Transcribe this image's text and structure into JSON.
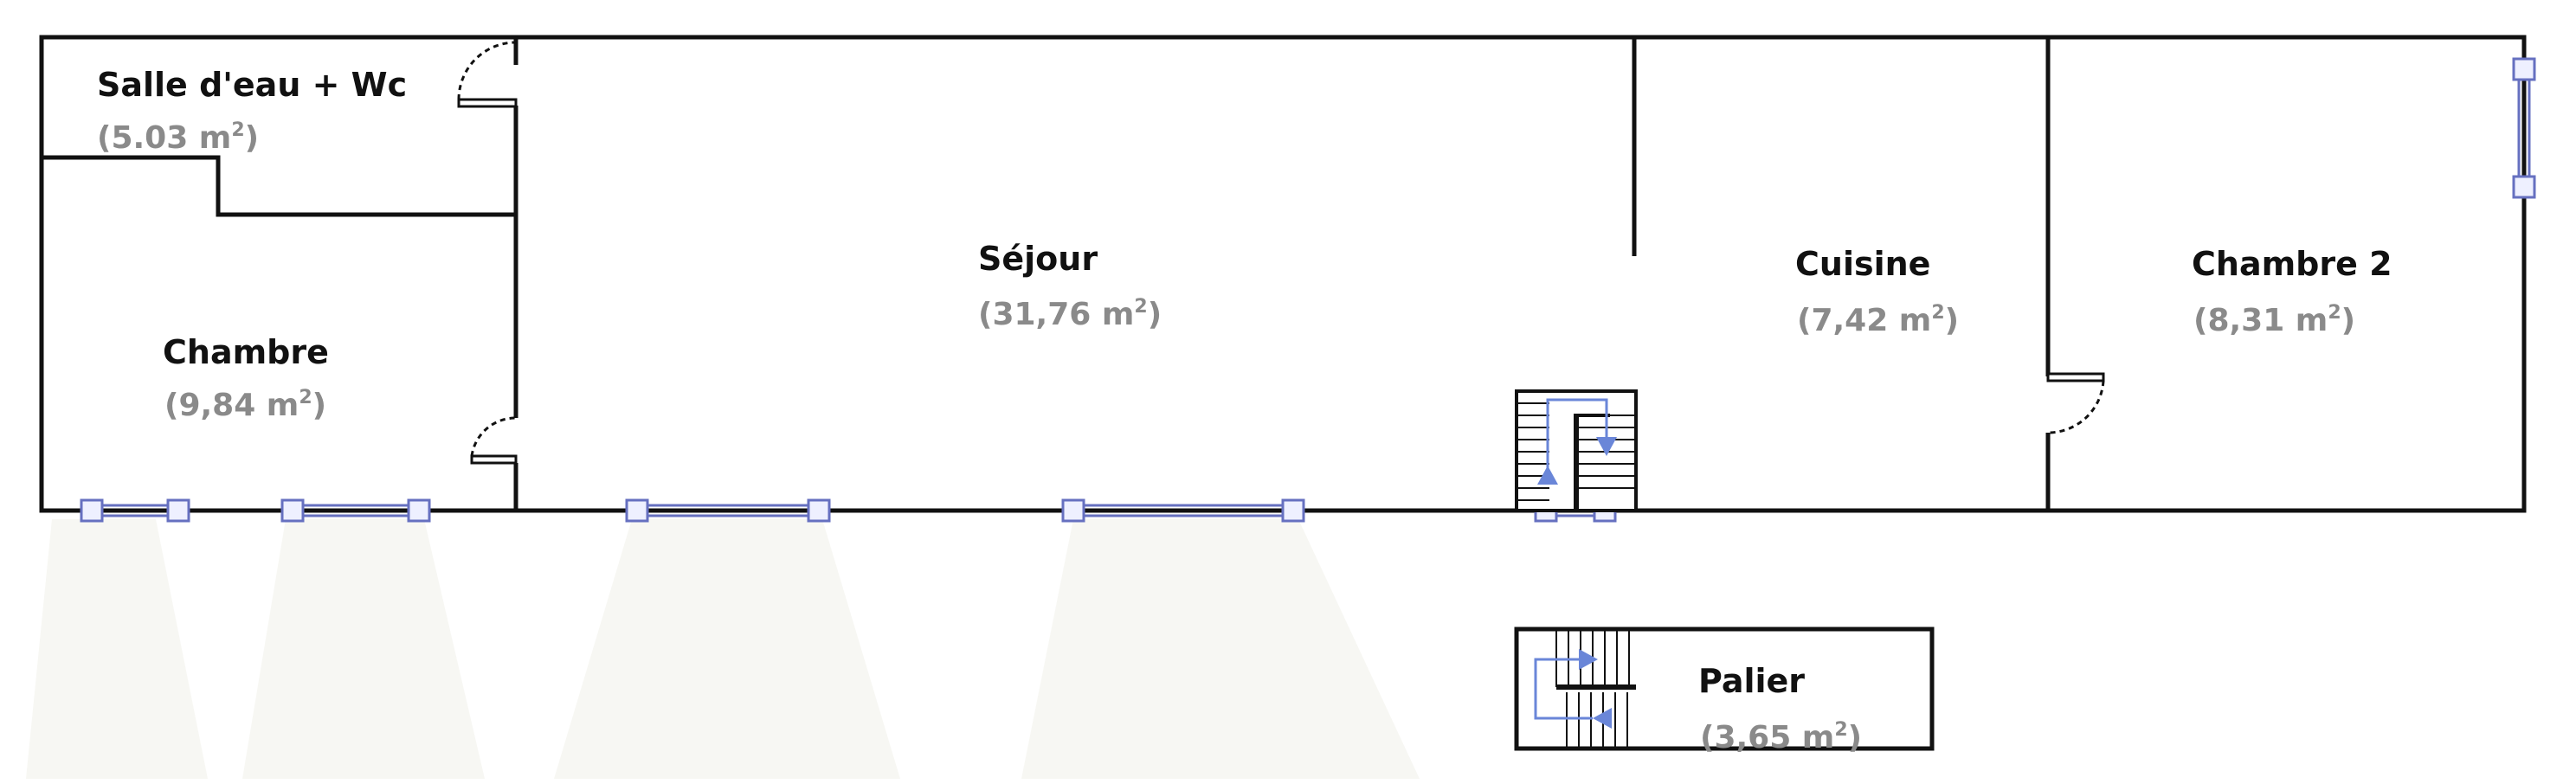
{
  "rooms": [
    {
      "id": "salle-eau",
      "name": "Salle d'eau + Wc",
      "area": "(5.03 m",
      "area_sup": "2",
      "area_close": ")"
    },
    {
      "id": "chambre",
      "name": "Chambre",
      "area": "(9,84 m",
      "area_sup": "2",
      "area_close": ")"
    },
    {
      "id": "sejour",
      "name": "Séjour",
      "area": "(31,76 m",
      "area_sup": "2",
      "area_close": ")"
    },
    {
      "id": "cuisine",
      "name": "Cuisine",
      "area": "(7,42 m",
      "area_sup": "2",
      "area_close": ")"
    },
    {
      "id": "chambre-2",
      "name": "Chambre 2",
      "area": "(8,31 m",
      "area_sup": "2",
      "area_close": ")"
    },
    {
      "id": "palier",
      "name": "Palier",
      "area": "(3,65 m",
      "area_sup": "2",
      "area_close": ")"
    }
  ],
  "colors": {
    "wall": "#111111",
    "window": "#6670c0",
    "window_fill": "#eef0ff",
    "stair_arrow": "#6a86d8",
    "area_text": "#8a8a8a"
  }
}
